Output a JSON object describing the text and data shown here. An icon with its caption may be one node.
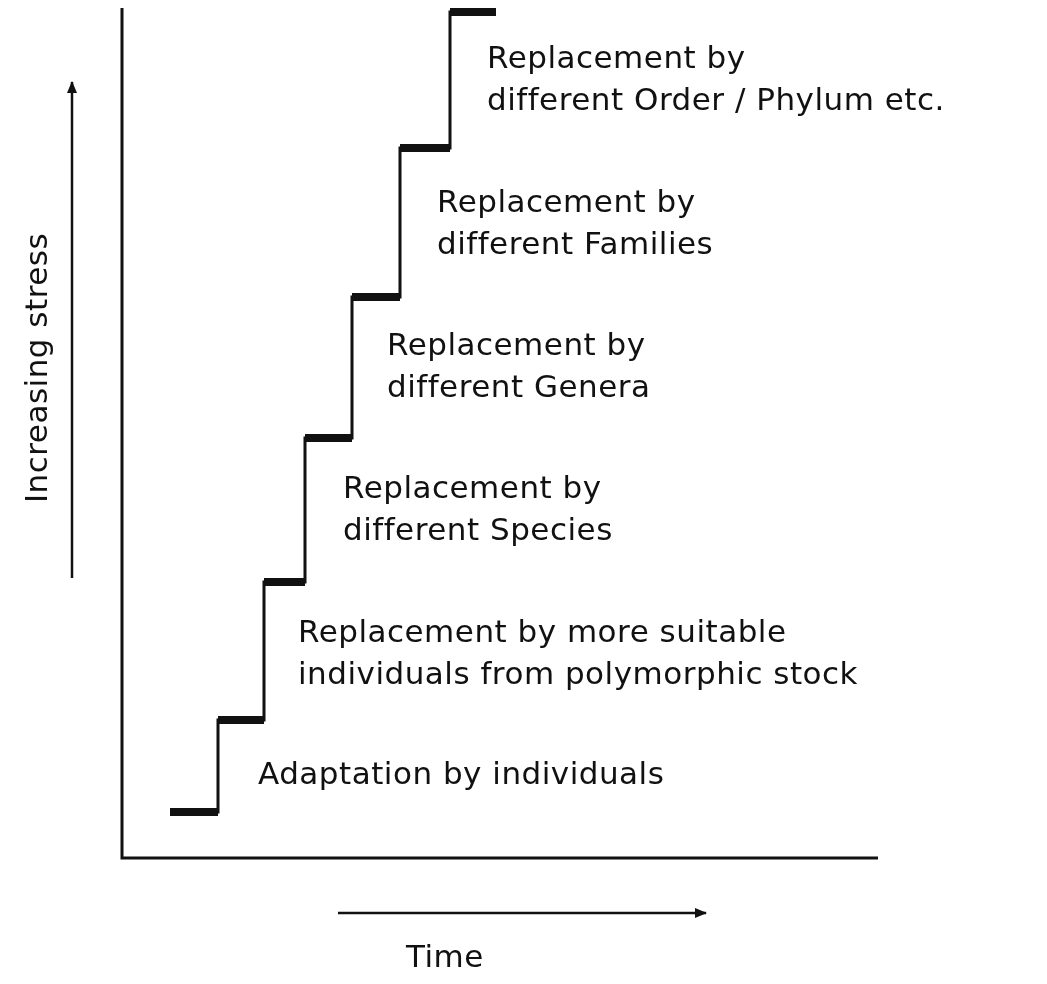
{
  "diagram": {
    "labels": [
      "Replacement by different Order / Phylum etc.",
      "Replacement by different Families",
      "Replacement by different Genera",
      "Replacement by different Species",
      "Replacement by more suitable individuals from polymorphic stock",
      "Adaptation by individuals",
      "Increasing stress",
      "Time"
    ]
  }
}
